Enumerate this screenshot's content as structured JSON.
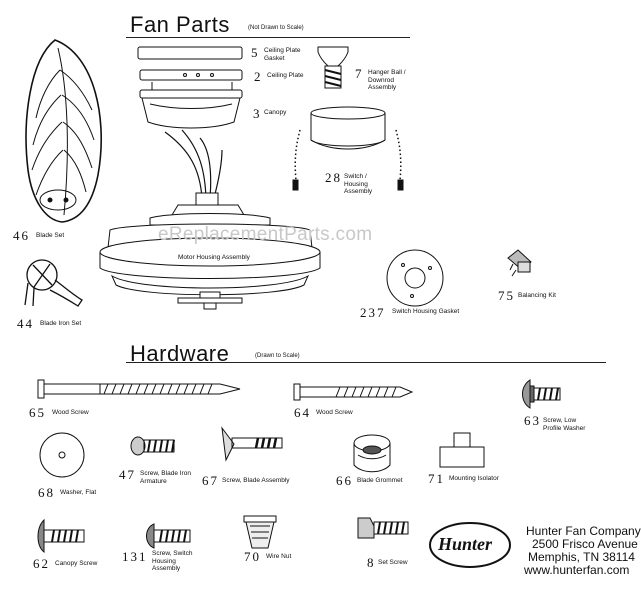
{
  "sections": {
    "fan_parts": {
      "title": "Fan Parts",
      "note": "(Not Drawn to Scale)"
    },
    "hardware": {
      "title": "Hardware",
      "note": "(Drawn to Scale)"
    }
  },
  "parts": [
    {
      "num": "5",
      "label": "Ceiling Plate Gasket"
    },
    {
      "num": "2",
      "label": "Ceiling Plate"
    },
    {
      "num": "3",
      "label": "Canopy"
    },
    {
      "num": "7",
      "label": "Hanger Ball / Downrod Assembly"
    },
    {
      "num": "28",
      "label": "Switch / Housing Assembly"
    },
    {
      "num": "46",
      "label": "Blade Set"
    },
    {
      "num": "44",
      "label": "Blade Iron Set"
    },
    {
      "num": "237",
      "label": "Switch Housing Gasket"
    },
    {
      "num": "75",
      "label": "Balancing Kit"
    },
    {
      "num": "",
      "label": "Motor Housing Assembly"
    }
  ],
  "hardware_items": [
    {
      "num": "65",
      "label": "Wood Screw"
    },
    {
      "num": "64",
      "label": "Wood Screw"
    },
    {
      "num": "63",
      "label": "Screw, Low Profile Washer"
    },
    {
      "num": "68",
      "label": "Washer, Flat"
    },
    {
      "num": "47",
      "label": "Screw, Blade Iron Armature"
    },
    {
      "num": "67",
      "label": "Screw, Blade Assembly"
    },
    {
      "num": "66",
      "label": "Blade Grommet"
    },
    {
      "num": "71",
      "label": "Mounting Isolator"
    },
    {
      "num": "62",
      "label": "Canopy Screw"
    },
    {
      "num": "131",
      "label": "Screw, Switch Housing Assembly"
    },
    {
      "num": "70",
      "label": "Wire Nut"
    },
    {
      "num": "8",
      "label": "Set Screw"
    }
  ],
  "company": {
    "logo_text": "Hunter",
    "name": "Hunter Fan Company",
    "address1": "2500 Frisco Avenue",
    "address2": "Memphis, TN 38114",
    "web": "www.hunterfan.com"
  },
  "watermark": "eReplacementParts.com"
}
